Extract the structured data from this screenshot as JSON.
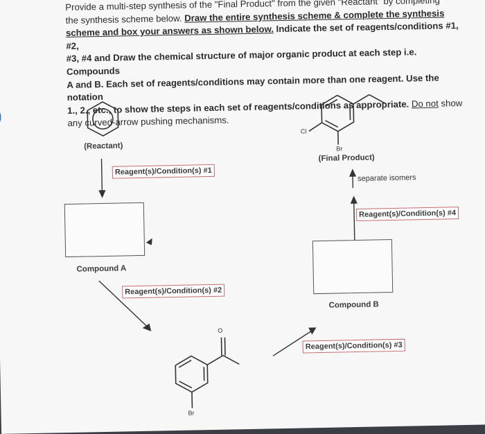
{
  "question": {
    "line1": "Provide a multi-step synthesis of the \"Final Product\" from the given \"Reactant\" by completing",
    "line2_plain": "the synthesis scheme below. ",
    "line2_bold": "Draw the entire synthesis scheme & complete the synthesis",
    "line3_bold_u": "scheme and box your answers as shown below.",
    "line3_bold": " Indicate the set of reagents/conditions #1, #2,",
    "line4_bold": "#3, #4 and Draw the chemical structure of major organic product at each step i.e. Compounds",
    "line5_bold": "A and B. Each set of reagents/conditions may contain more than one reagent. Use the notation",
    "line6_bold": "1., 2., etc., to show the steps in each set of reagents/conditions as appropriate.",
    "line6_u": "Do not",
    "line6_plain": " show",
    "line7": "any curved-arrow pushing mechanisms."
  },
  "scheme": {
    "reactant_label": "(Reactant)",
    "final_label": "(Final Product)",
    "cl_label": "Cl",
    "br_label_final": "Br",
    "br_label_ketone": "Br",
    "oxygen_label": "O",
    "separate_isomers": "separate isomers",
    "reagent1": "Reagent(s)/Condition(s) #1",
    "reagent2": "Reagent(s)/Condition(s) #2",
    "reagent3": "Reagent(s)/Condition(s) #3",
    "reagent4": "Reagent(s)/Condition(s) #4",
    "compound_a": "Compound A",
    "compound_b": "Compound B"
  }
}
